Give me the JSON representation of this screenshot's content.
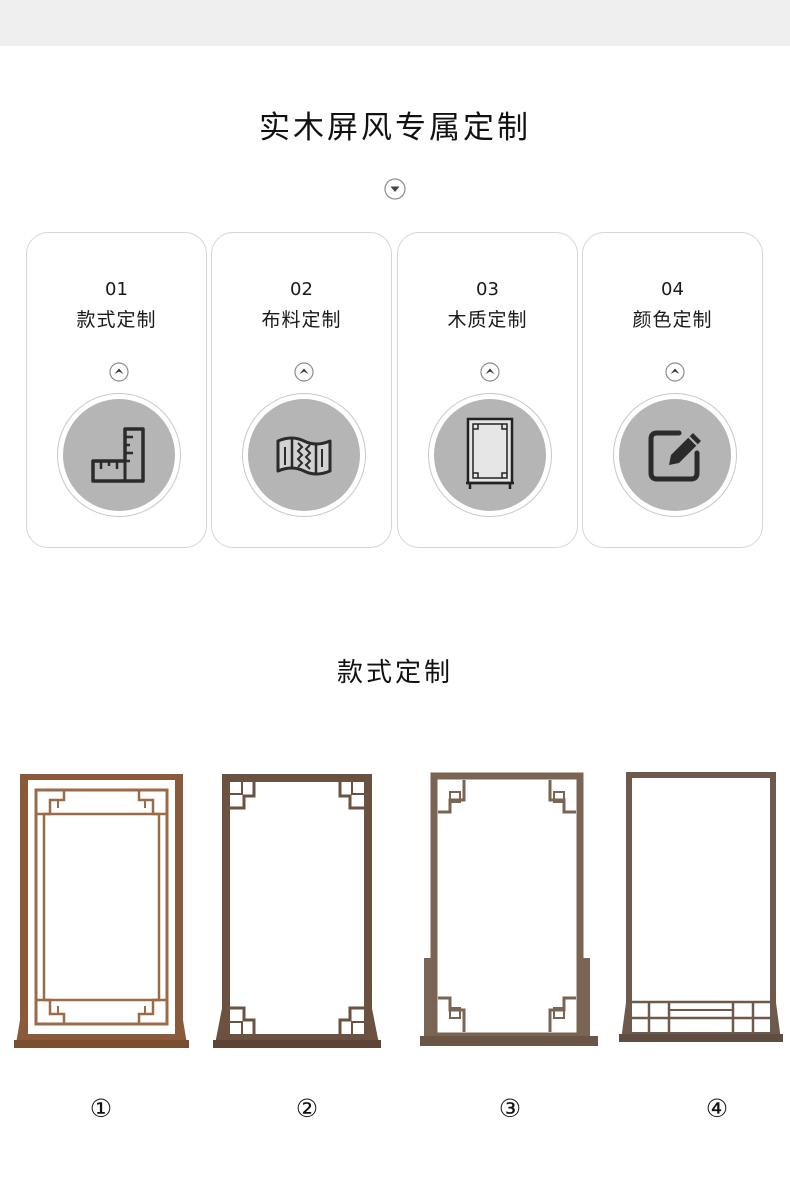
{
  "page": {
    "title": "实木屏风专属定制",
    "section_title": "款式定制"
  },
  "cards": [
    {
      "num": "01",
      "label": "款式定制",
      "icon": "ruler-icon"
    },
    {
      "num": "02",
      "label": "布料定制",
      "icon": "fabric-icon"
    },
    {
      "num": "03",
      "label": "木质定制",
      "icon": "wood-frame-icon"
    },
    {
      "num": "04",
      "label": "颜色定制",
      "icon": "edit-icon"
    }
  ],
  "styles": [
    {
      "label": "①",
      "color": "#8a5a3a"
    },
    {
      "label": "②",
      "color": "#6b5140"
    },
    {
      "label": "③",
      "color": "#7a6453"
    },
    {
      "label": "④",
      "color": "#6e5a4c"
    }
  ],
  "colors": {
    "icon_circle": "#b5b5b5",
    "icon_stroke": "#2b2b2b",
    "top_bar": "#efefef"
  }
}
